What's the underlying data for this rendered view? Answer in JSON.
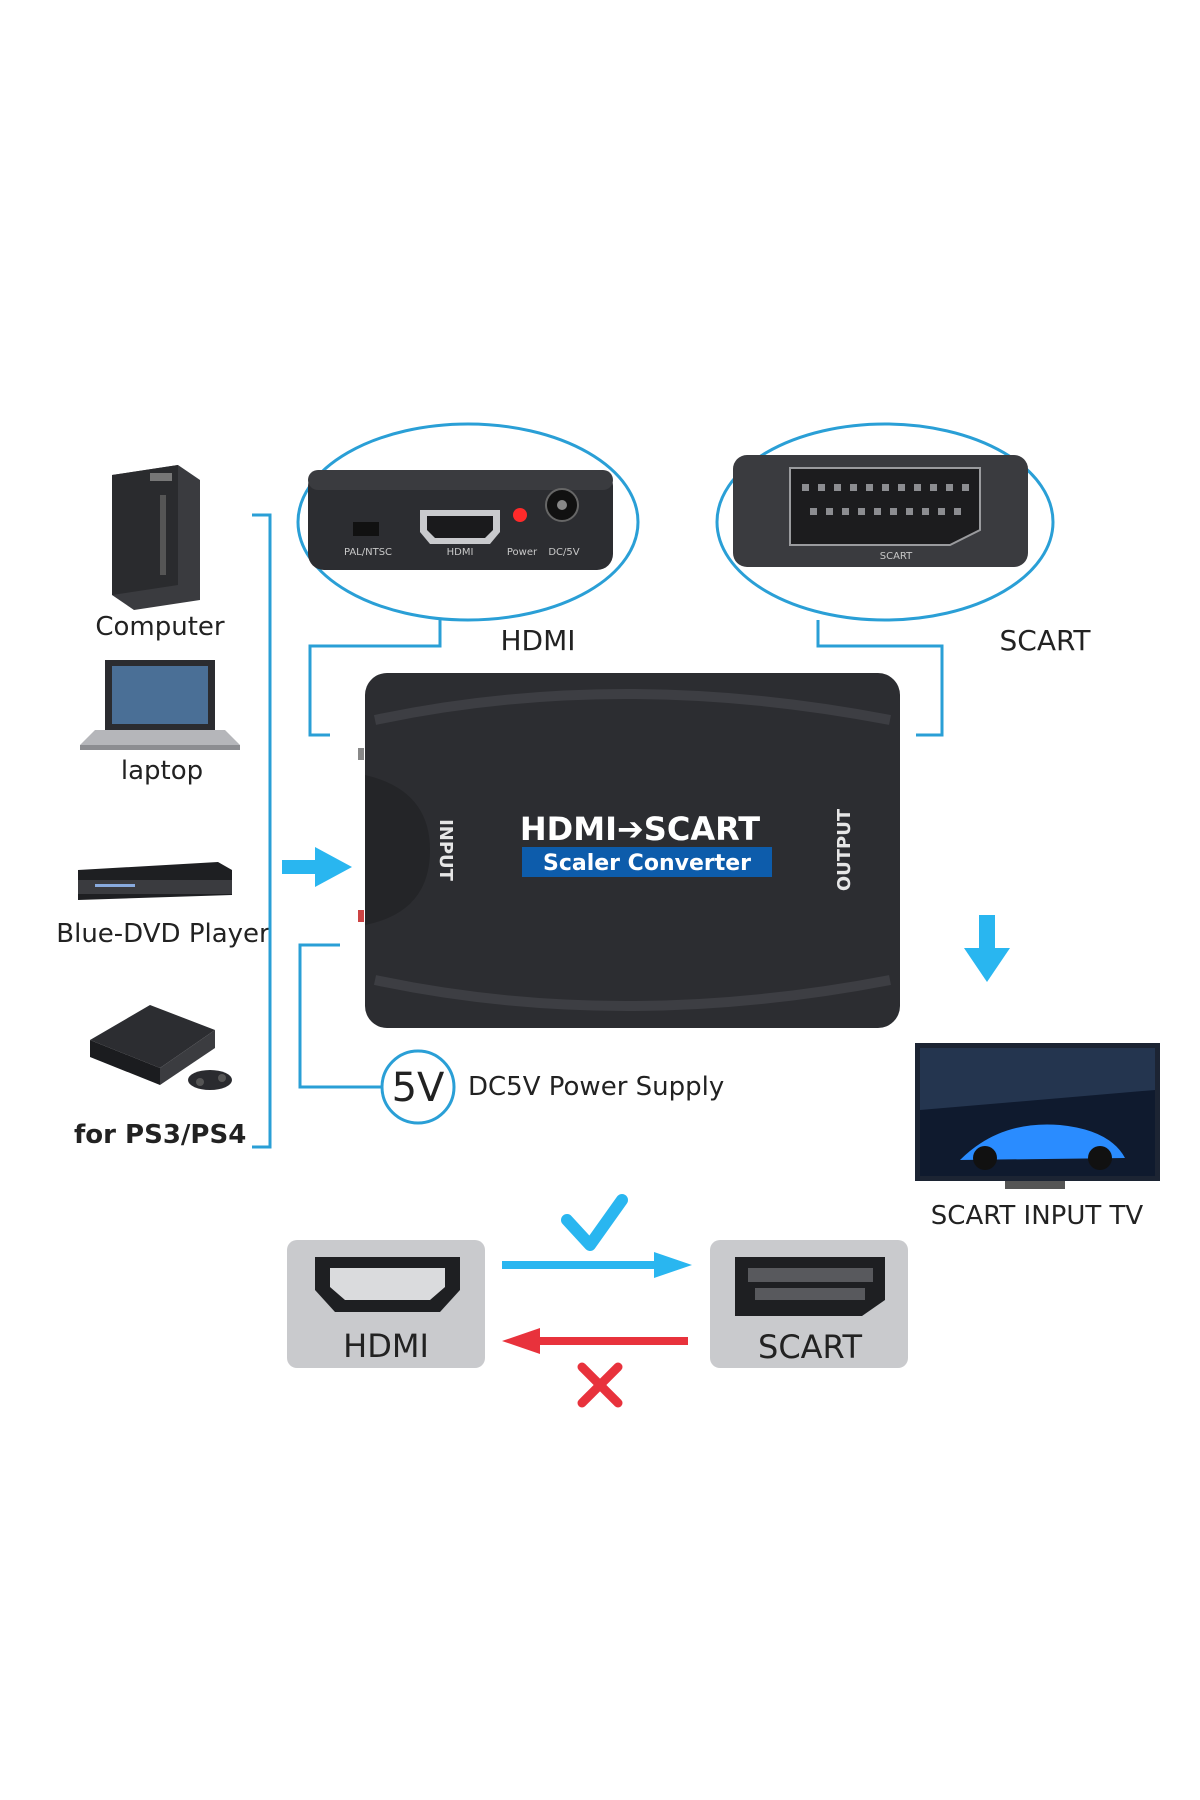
{
  "sources": [
    {
      "label": "Computer"
    },
    {
      "label": "laptop"
    },
    {
      "label": "Blue-DVD Player"
    },
    {
      "label": "for PS3/PS4"
    }
  ],
  "callouts": {
    "hdmi_label": "HDMI",
    "scart_label": "SCART"
  },
  "hdmi_panel": {
    "switch_label": "PAL/NTSC",
    "port_label": "HDMI",
    "power_label": "Power",
    "dc_label": "DC/5V"
  },
  "scart_panel": {
    "port_label": "SCART"
  },
  "converter": {
    "title": "HDMI➔SCART",
    "subtitle": "Scaler Converter",
    "input_label": "INPUT",
    "output_label": "OUTPUT",
    "screen_label": "SCART INPUT TV"
  },
  "power": {
    "badge": "5V",
    "label": "DC5V Power Supply"
  },
  "direction": {
    "from_label": "HDMI",
    "to_label": "SCART",
    "ok_mark": "check",
    "not_ok_mark": "cross"
  },
  "colors": {
    "accent": "#2a9fd6",
    "arrow_ok": "#29b6f0",
    "arrow_bad": "#e8323c",
    "device": "#2c2d31",
    "badge_bg": "#0d5cab"
  }
}
